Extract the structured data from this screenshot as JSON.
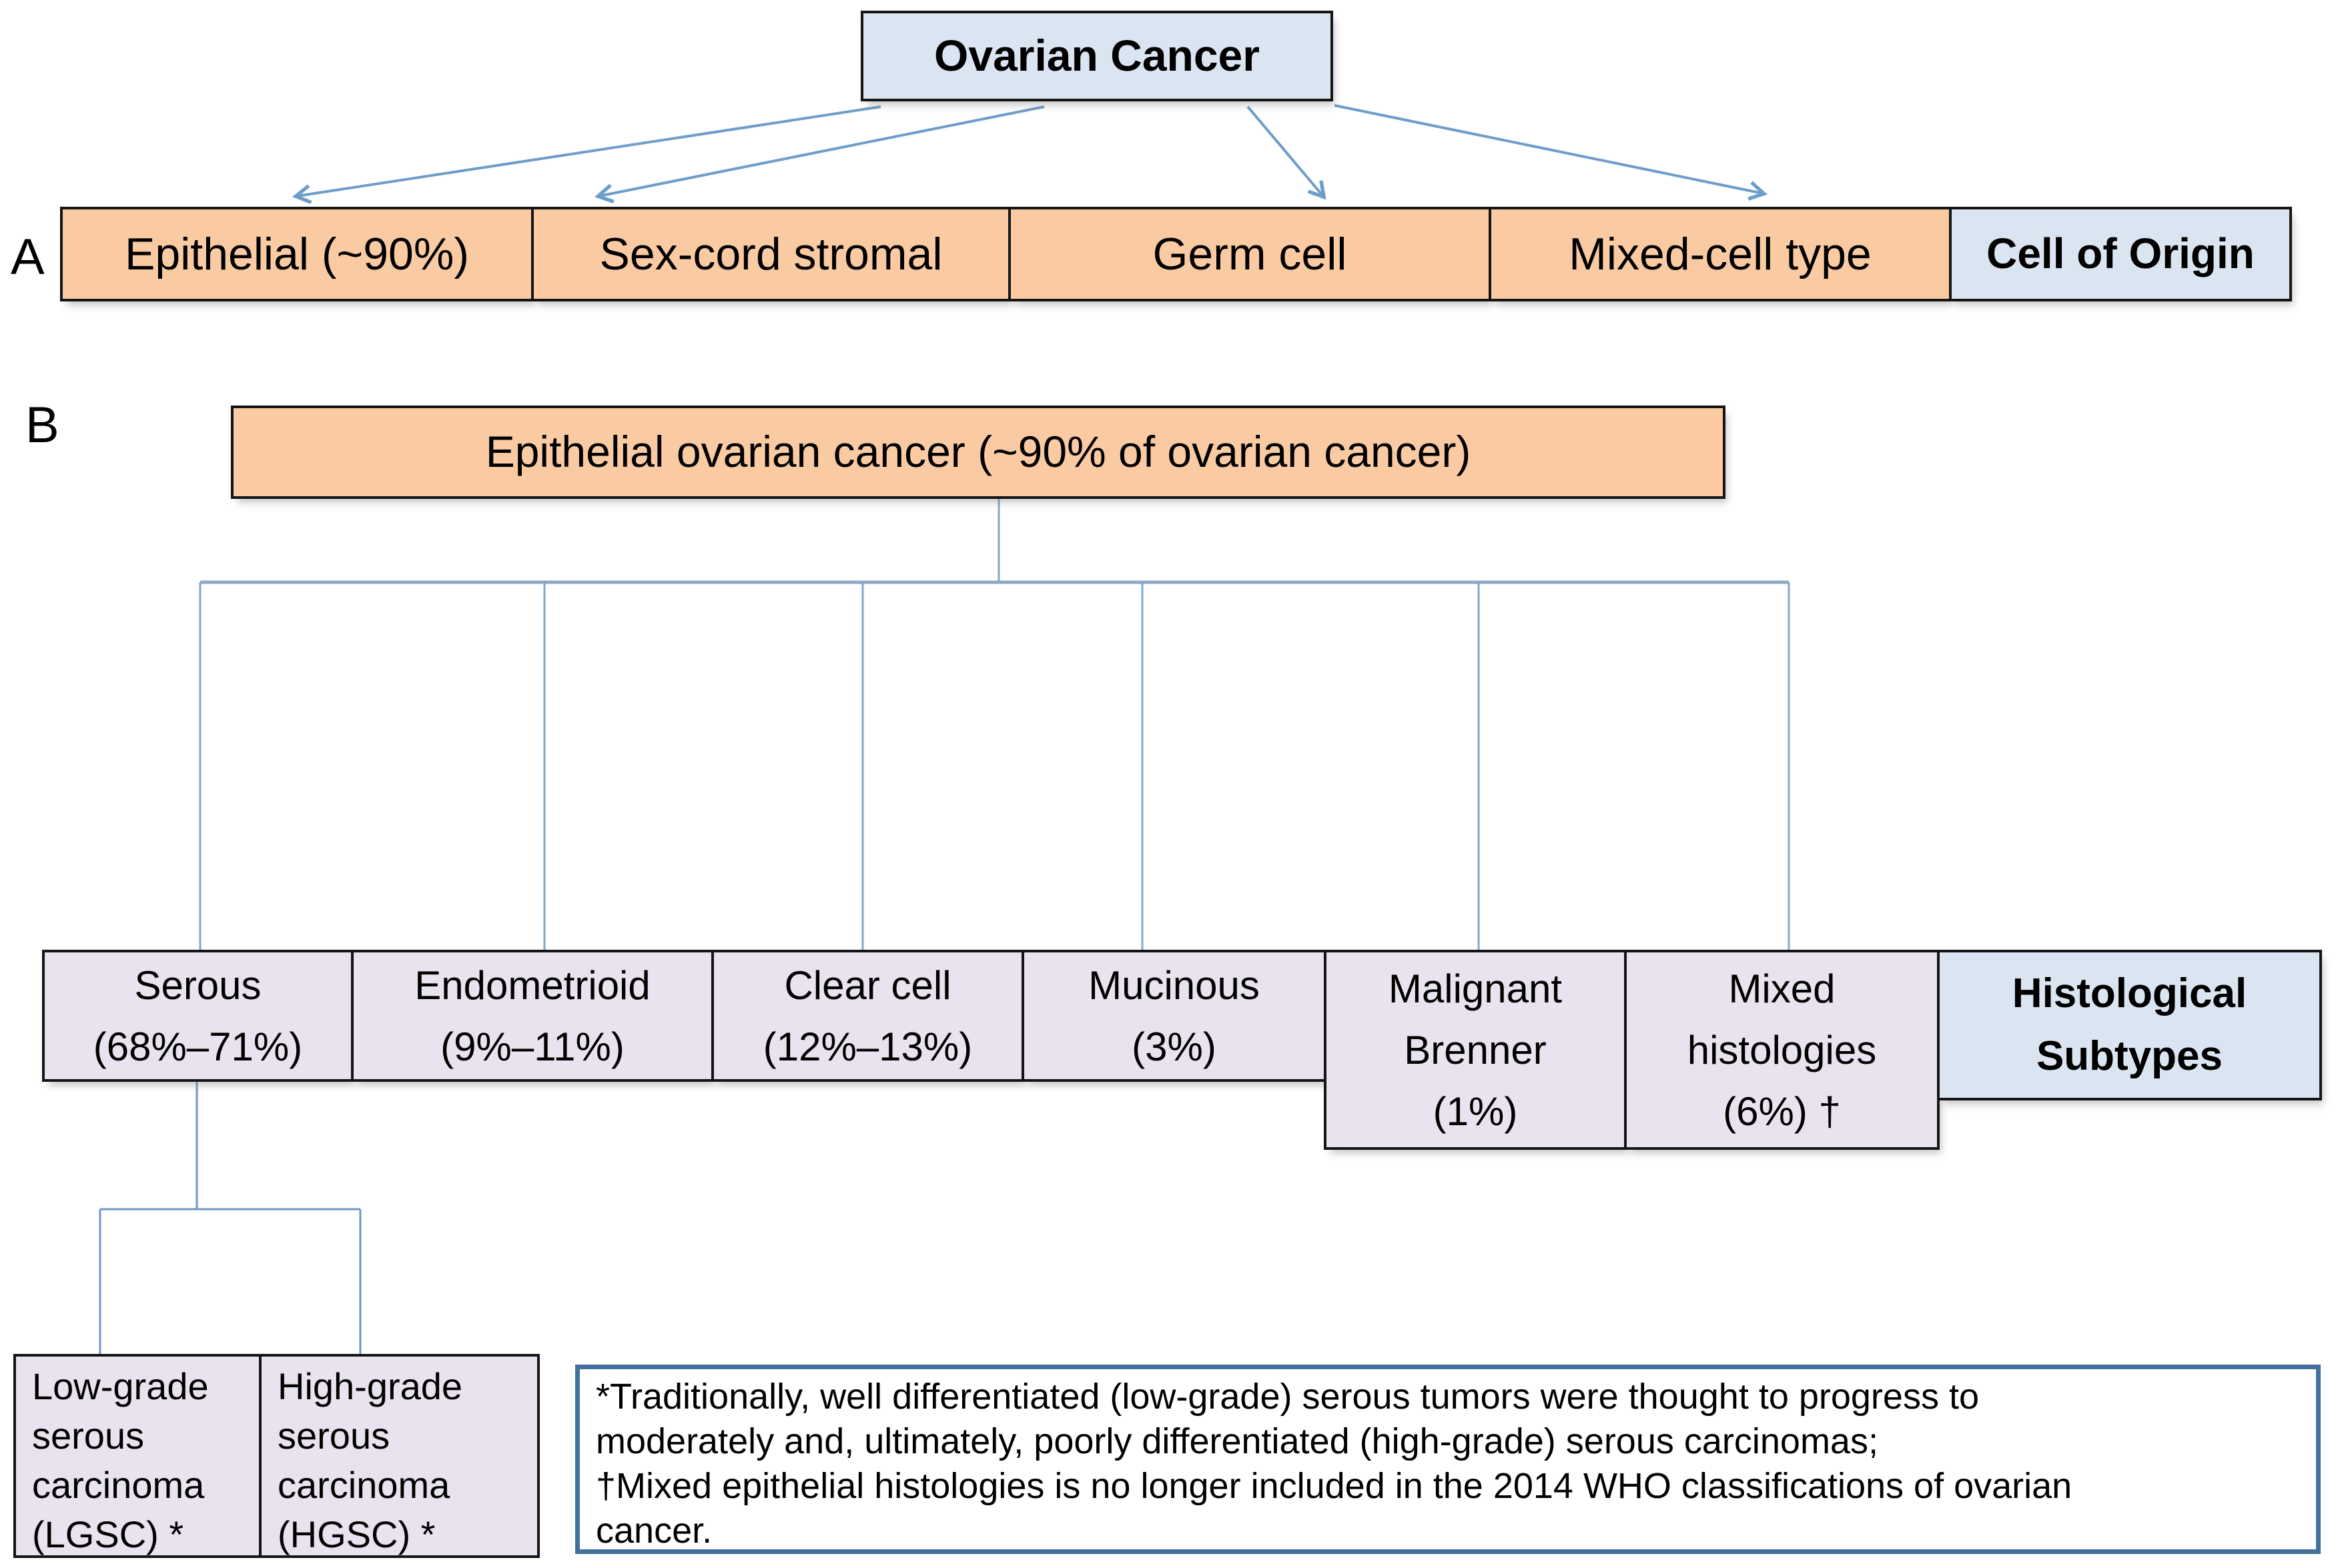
{
  "panel_a": {
    "section_label": "A",
    "root_title": "Ovarian Cancer",
    "origin_cells": [
      "Epithelial (~90%)",
      "Sex-cord stromal",
      "Germ cell",
      "Mixed-cell type"
    ],
    "row_caption": "Cell of Origin"
  },
  "panel_b": {
    "section_label": "B",
    "root_title": "Epithelial ovarian cancer (~90% of ovarian cancer)",
    "subtypes": [
      "Serous\n(68%–71%)",
      "Endometrioid\n(9%–11%)",
      "Clear cell\n(12%–13%)",
      "Mucinous\n(3%)",
      "Malignant\nBrenner\n(1%)",
      "Mixed\nhistologies\n(6%) †"
    ],
    "row_caption": "Histological\nSubtypes",
    "serous_children": [
      "Low-grade\nserous\ncarcinoma\n(LGSC) *",
      "High-grade\nserous\ncarcinoma\n(HGSC) *"
    ],
    "footnote": "*Traditionally, well differentiated (low-grade) serous tumors were thought to progress to\nmoderately and, ultimately, poorly differentiated (high-grade) serous carcinomas;\n†Mixed epithelial histologies is no longer included in the 2014 WHO classifications of ovarian\ncancer."
  },
  "colors": {
    "orange_fill": "#FACBA3",
    "blue_fill": "#DBE5F1",
    "lavender_fill": "#E8E3EE",
    "connector_blue": "#7FA8CC",
    "arrow_blue": "#6D9DC9",
    "footnote_border": "#41719C",
    "box_border": "#151515"
  }
}
